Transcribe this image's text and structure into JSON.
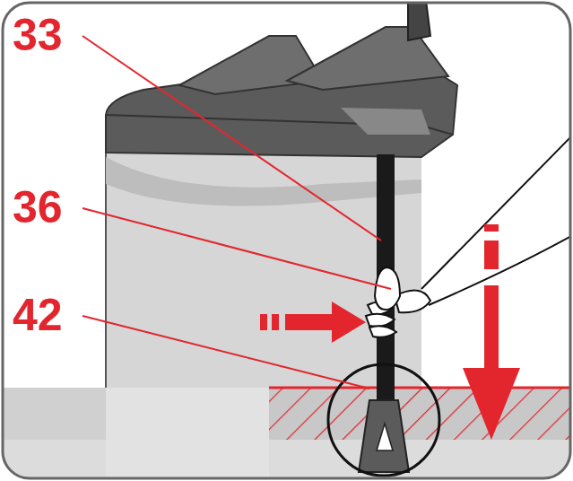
{
  "diagram": {
    "labels": [
      "33",
      "36",
      "42"
    ]
  }
}
